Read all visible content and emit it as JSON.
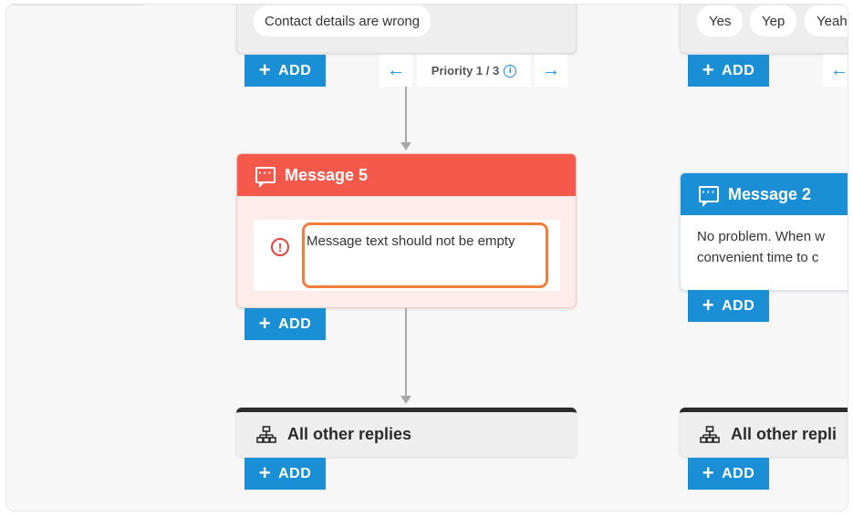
{
  "left_column": {
    "top_node": {
      "chip_text": "Contact details are wrong"
    },
    "add_label": "ADD",
    "priority": {
      "label": "Priority 1 / 3",
      "info_icon": "info-icon",
      "prev_icon": "arrow-left-icon",
      "next_icon": "arrow-right-icon"
    },
    "message_node": {
      "title": "Message 5",
      "icon": "chat-bubble-icon",
      "error_icon": "alert-circle-icon",
      "error_text": "Message text should not be empty",
      "header_color": "#f4594b",
      "body_color": "#fdecea",
      "highlight_color": "#f37b3b"
    },
    "message_add_label": "ADD",
    "reply_node": {
      "title": "All other replies",
      "icon": "sitemap-icon"
    },
    "reply_add_label": "ADD"
  },
  "right_column": {
    "top_node": {
      "chips": [
        "Yes",
        "Yep",
        "Yeah"
      ]
    },
    "add_label": "ADD",
    "prev_icon": "arrow-left-icon",
    "message_node": {
      "title": "Message 2",
      "icon": "chat-bubble-icon",
      "text_line1": "No problem. When w",
      "text_line2": "convenient time to c",
      "header_color": "#1a8fd6"
    },
    "message_add_label": "ADD",
    "reply_node": {
      "title": "All other repli",
      "icon": "sitemap-icon"
    },
    "reply_add_label": "ADD"
  },
  "colors": {
    "accent": "#1a8fd6",
    "error": "#f4594b",
    "connector": "#a9a9a9",
    "dark_bar": "#2b2b2b"
  }
}
